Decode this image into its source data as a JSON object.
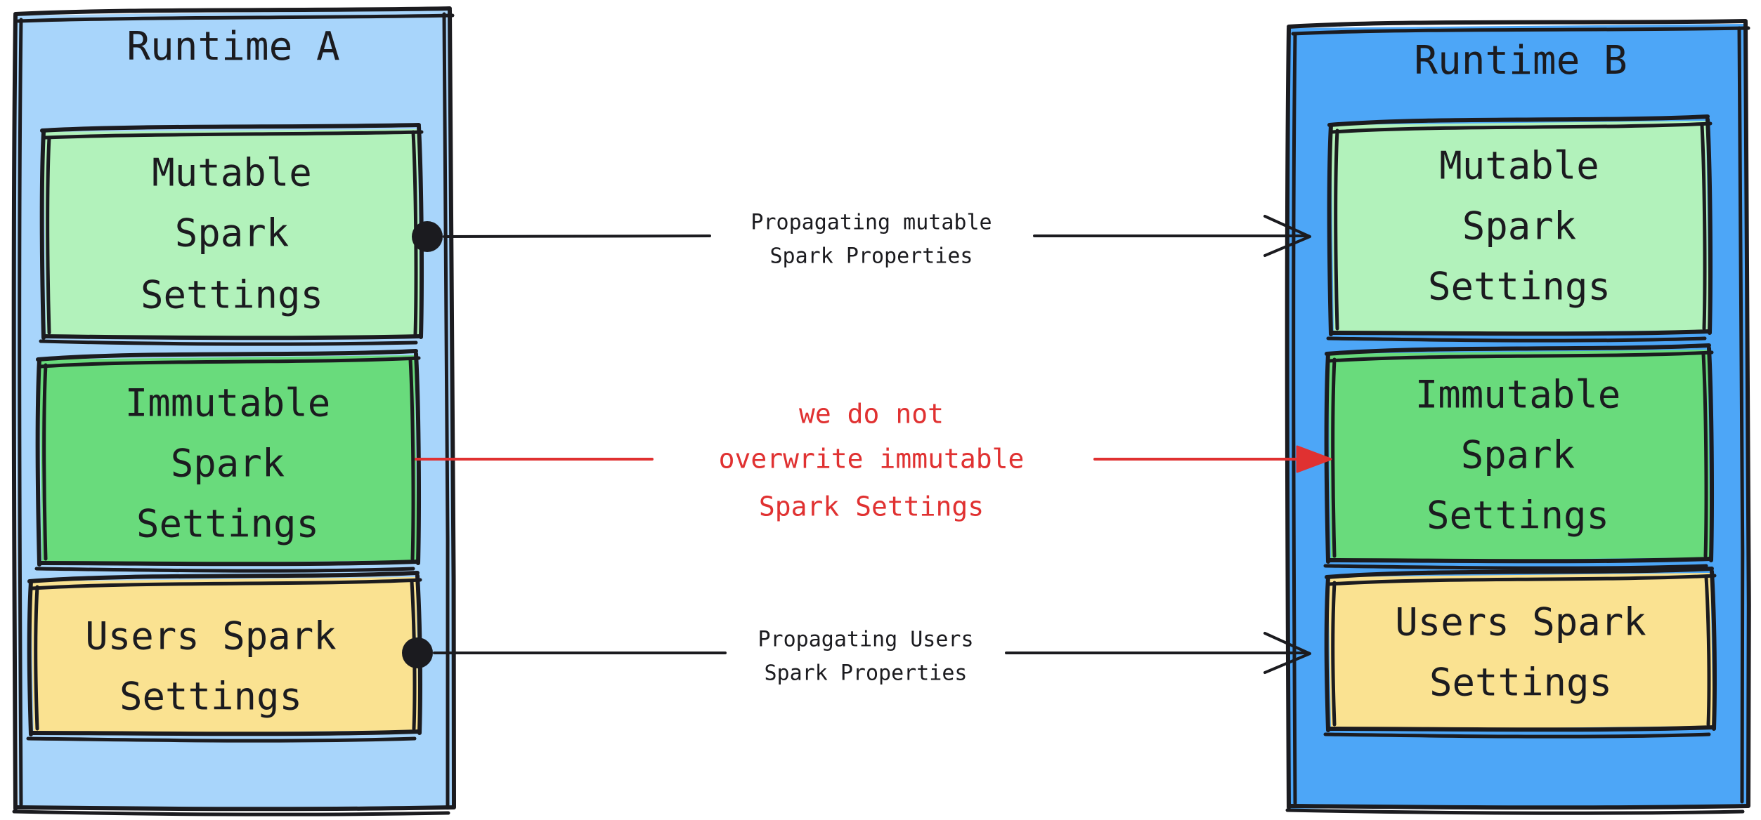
{
  "diagram": {
    "title_left": "Runtime A",
    "title_right": "Runtime B",
    "colors": {
      "runtime_a_fill": "#a8d5fb",
      "runtime_b_fill": "#4da6f7",
      "mutable_fill": "#b2f2bb",
      "immutable_fill": "#69db7c",
      "users_fill": "#fae291",
      "stroke": "#1b1b1f",
      "accent_red": "#e03131"
    },
    "runtime_a": {
      "label": "Runtime A",
      "boxes": [
        {
          "id": "mutable-a",
          "label": "Mutable\nSpark\nSettings",
          "lines": [
            "Mutable",
            "Spark",
            "Settings"
          ],
          "fill": "#b2f2bb"
        },
        {
          "id": "immutable-a",
          "label": "Immutable\nSpark\nSettings",
          "lines": [
            "Immutable",
            "Spark",
            "Settings"
          ],
          "fill": "#69db7c"
        },
        {
          "id": "users-a",
          "label": "Users Spark\nSettings",
          "lines": [
            "Users Spark",
            "Settings"
          ],
          "fill": "#fae291"
        }
      ]
    },
    "runtime_b": {
      "label": "Runtime B",
      "boxes": [
        {
          "id": "mutable-b",
          "label": "Mutable\nSpark\nSettings",
          "lines": [
            "Mutable",
            "Spark",
            "Settings"
          ],
          "fill": "#b2f2bb"
        },
        {
          "id": "immutable-b",
          "label": "Immutable\nSpark\nSettings",
          "lines": [
            "Immutable",
            "Spark",
            "Settings"
          ],
          "fill": "#69db7c"
        },
        {
          "id": "users-b",
          "label": "Users Spark\nSettings",
          "lines": [
            "Users Spark",
            "Settings"
          ],
          "fill": "#fae291"
        }
      ]
    },
    "edges": [
      {
        "id": "edge-mutable",
        "lines": [
          "Propagating mutable",
          "Spark Properties"
        ],
        "line1": "Propagating mutable",
        "line2": "Spark Properties",
        "color": "#1b1b1f",
        "from": "mutable-a",
        "to": "mutable-b"
      },
      {
        "id": "edge-immutable",
        "lines": [
          "we do not",
          "overwrite immutable",
          "Spark Settings"
        ],
        "line1": "we do not",
        "line2": "overwrite immutable",
        "line3": "Spark Settings",
        "color": "#e03131",
        "from": "immutable-a",
        "to": "immutable-b"
      },
      {
        "id": "edge-users",
        "lines": [
          "Propagating Users",
          "Spark Properties"
        ],
        "line1": "Propagating Users",
        "line2": "Spark Properties",
        "color": "#1b1b1f",
        "from": "users-a",
        "to": "users-b"
      }
    ]
  }
}
